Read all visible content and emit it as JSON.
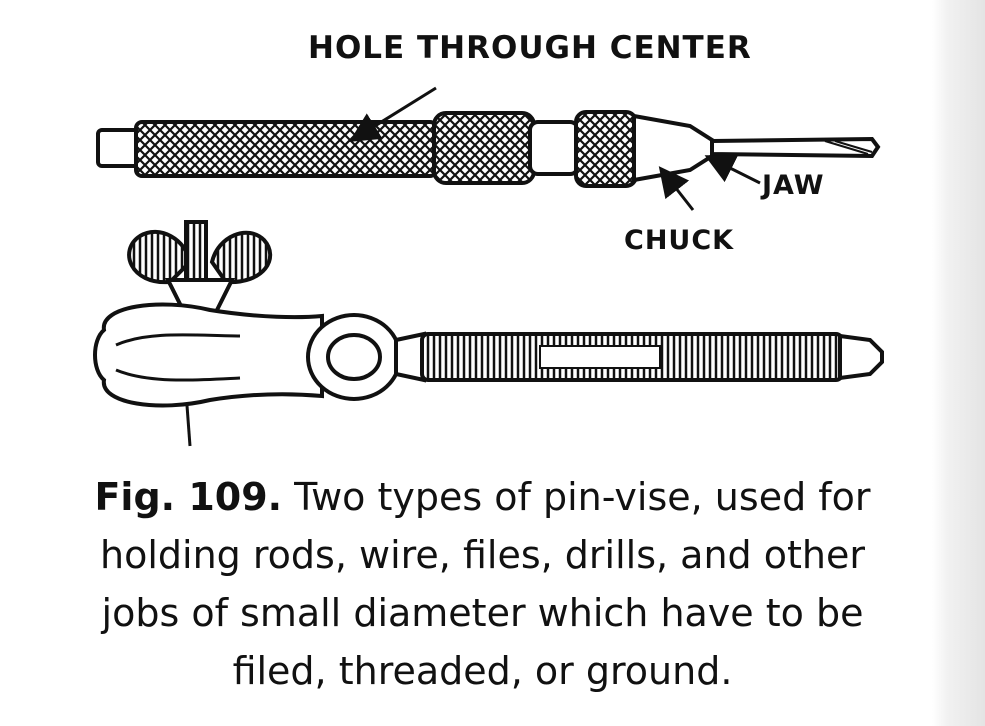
{
  "labels": {
    "hole": "HOLE THROUGH CENTER",
    "jaw": "JAW",
    "chuck": "CHUCK"
  },
  "caption": {
    "figure": "Fig. 109.",
    "line1": "Two types of pin-vise, used for",
    "line2": "holding rods, wire, files, drills, and other",
    "line3": "jobs of small diameter which have to be",
    "line4": "filed, threaded, or ground."
  },
  "colors": {
    "ink": "#111111",
    "paper": "#ffffff"
  }
}
